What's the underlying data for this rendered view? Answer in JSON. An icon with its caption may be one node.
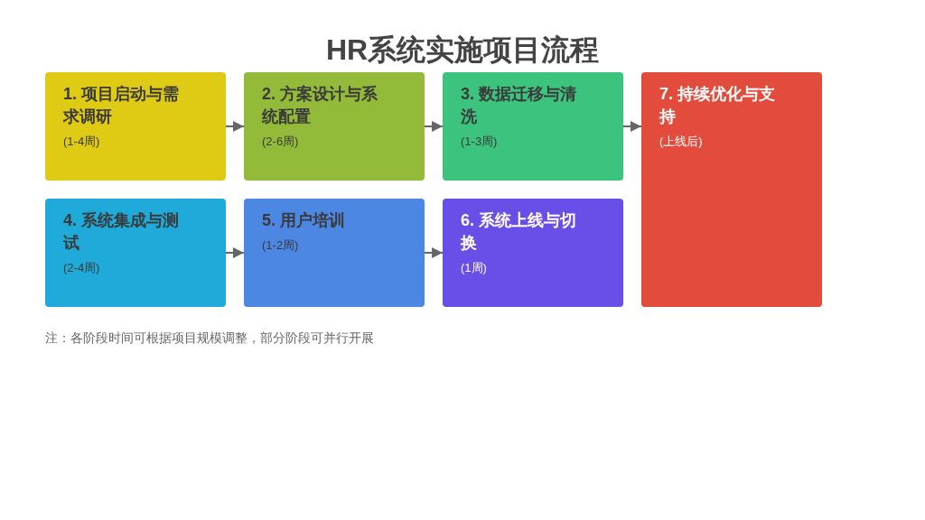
{
  "diagram": {
    "title": "HR系统实施项目流程",
    "nodes": [
      {
        "text": [
          "1. 项目启动与需求调研",
          "(1-4周)"
        ]
      },
      {
        "text": [
          "2. 方案设计与系统配置",
          "(2-6周)"
        ]
      },
      {
        "text": [
          "3. 数据迁移与清洗",
          "(1-3周)"
        ]
      },
      {
        "text": [
          "7. 持续优化与支持",
          "(上线后)"
        ]
      },
      {
        "text": [
          "4. 系统集成与测试",
          "(2-4周)"
        ]
      },
      {
        "text": [
          "5. 用户培训",
          "(1-2周)"
        ]
      },
      {
        "text": [
          "6. 系统上线与切换",
          "(1周)"
        ]
      }
    ],
    "edges": [
      {
        "from": 0,
        "to": 1,
        "arrow": "to"
      },
      {
        "from": 1,
        "to": 2,
        "arrow": "to"
      },
      {
        "from": 2,
        "to": 3,
        "arrow": "to"
      },
      {
        "from": 4,
        "to": 5,
        "arrow": "to"
      },
      {
        "from": 5,
        "to": 6,
        "arrow": "to"
      }
    ],
    "labels": [
      "注：各阶段时间可根据项目规模调整，部分阶段可并行开展"
    ]
  }
}
